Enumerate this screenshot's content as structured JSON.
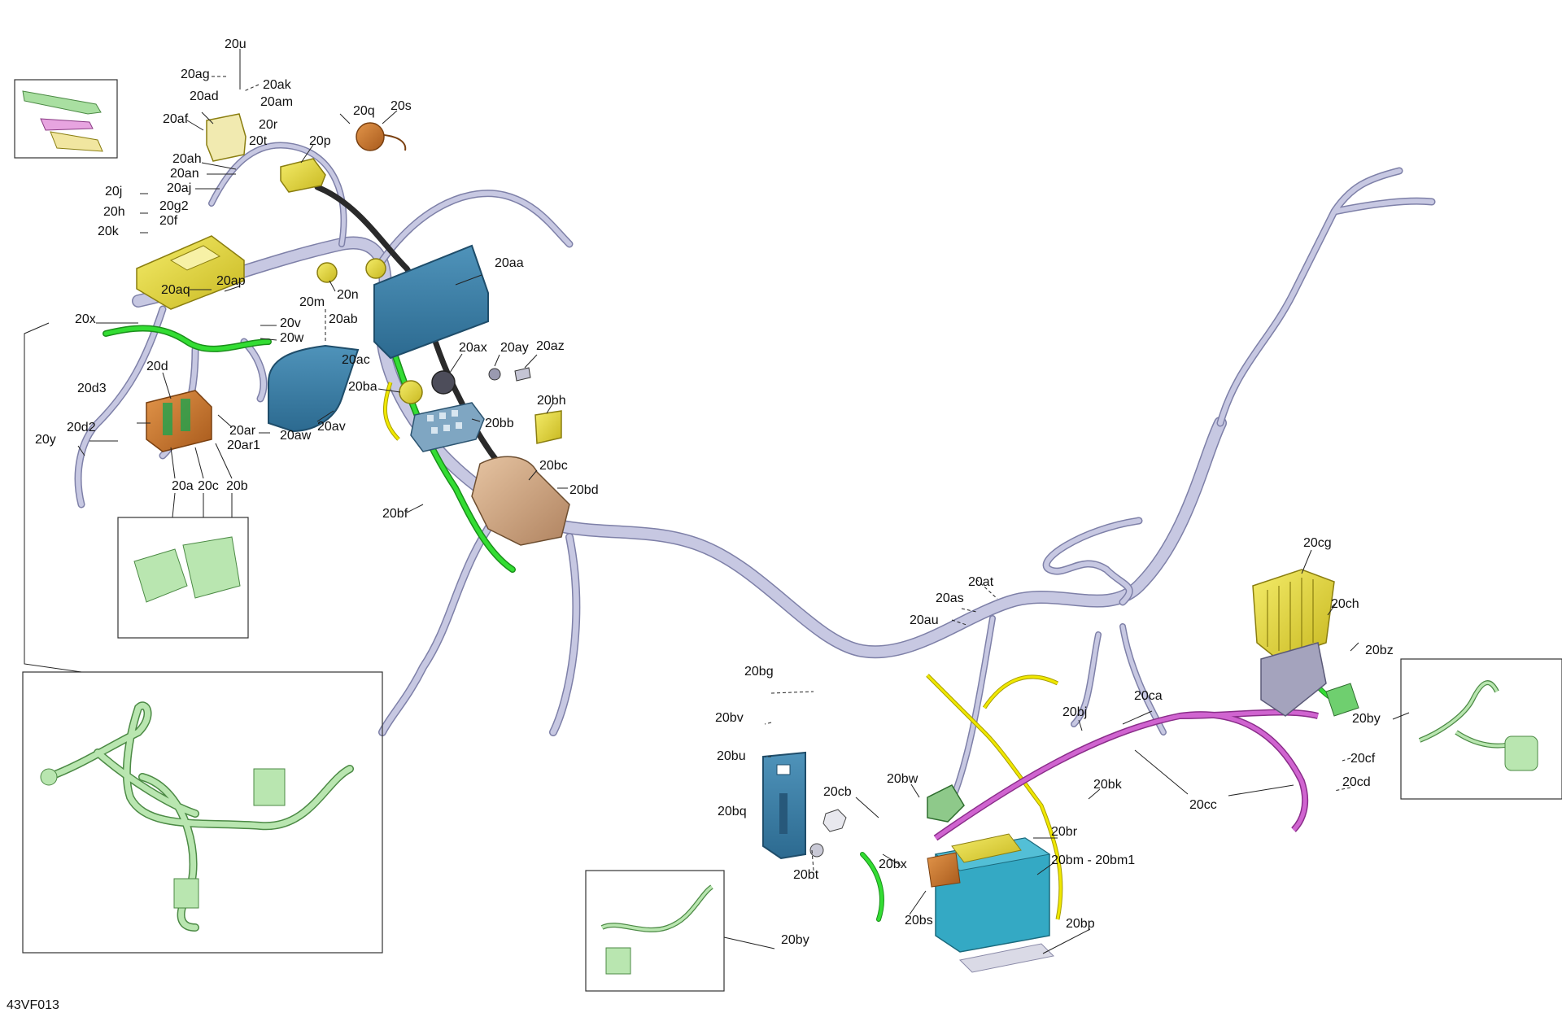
{
  "diagram": {
    "reference_code": "43VF013",
    "labels": {
      "l20u": "20u",
      "l20ag": "20ag",
      "l20ak": "20ak",
      "l20am": "20am",
      "l20ad": "20ad",
      "l20af": "20af",
      "l20r": "20r",
      "l20t": "20t",
      "l20q": "20q",
      "l20s": "20s",
      "l20p": "20p",
      "l20ah": "20ah",
      "l20an": "20an",
      "l20aj": "20aj",
      "l20j": "20j",
      "l20h": "20h",
      "l20g2": "20g2",
      "l20f": "20f",
      "l20k": "20k",
      "l20ap": "20ap",
      "l20aq": "20aq",
      "l20m": "20m",
      "l20n": "20n",
      "l20aa": "20aa",
      "l20x": "20x",
      "l20v": "20v",
      "l20w": "20w",
      "l20ab": "20ab",
      "l20ac": "20ac",
      "l20d": "20d",
      "l20d3": "20d3",
      "l20d2": "20d2",
      "l20y": "20y",
      "l20ar": "20ar",
      "l20ar1": "20ar1",
      "l20aw": "20aw",
      "l20av": "20av",
      "l20a": "20a",
      "l20c": "20c",
      "l20b": "20b",
      "l20ax": "20ax",
      "l20ay": "20ay",
      "l20az": "20az",
      "l20ba": "20ba",
      "l20bb": "20bb",
      "l20bh": "20bh",
      "l20bc": "20bc",
      "l20bd": "20bd",
      "l20bf": "20bf",
      "l20at": "20at",
      "l20as": "20as",
      "l20au": "20au",
      "l20cg": "20cg",
      "l20ch": "20ch",
      "l20bz": "20bz",
      "l20by_r": "20by",
      "l20cf": "20cf",
      "l20cd": "20cd",
      "l20cc": "20cc",
      "l20ca": "20ca",
      "l20bg": "20bg",
      "l20bv": "20bv",
      "l20bu": "20bu",
      "l20bq": "20bq",
      "l20bt": "20bt",
      "l20cb": "20cb",
      "l20bw": "20bw",
      "l20bj": "20bj",
      "l20bk": "20bk",
      "l20br": "20br",
      "l20bm": "20bm - 20bm1",
      "l20bx": "20bx",
      "l20bs": "20bs",
      "l20bp": "20bp",
      "l20by_b": "20by"
    },
    "colors": {
      "harness": "#c7c8e2",
      "green": "#22cc22",
      "yellow": "#e8e000",
      "magenta": "#cc55cc",
      "blue_part": "#3a7fa6",
      "battery": "#34a9c4",
      "orange_part": "#cc7a30",
      "module_yellow": "#e8dc50",
      "pale_green": "#b9e6b0"
    }
  }
}
